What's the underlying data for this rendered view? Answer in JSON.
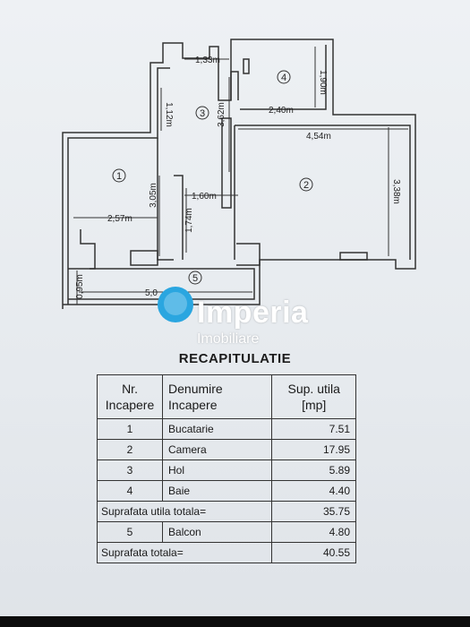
{
  "plan": {
    "rooms": [
      {
        "number": "1",
        "name": "Bucatarie"
      },
      {
        "number": "2",
        "name": "Camera"
      },
      {
        "number": "3",
        "name": "Hol"
      },
      {
        "number": "4",
        "name": "Baie"
      },
      {
        "number": "5",
        "name": "Balcon"
      }
    ],
    "dimensions": {
      "hol_top_width": "1,33m",
      "hol_left_depth": "1,12m",
      "hol_length": "3,62m",
      "baie_height": "1,90m",
      "baie_width": "2,40m",
      "camera_width": "4,54m",
      "camera_depth": "3,38m",
      "bucatarie_width": "2,57m",
      "bucatarie_depth": "3,05m",
      "hol_lower_width": "1,60m",
      "hol_lower_depth": "1,74m",
      "balcon_depth": "0,95m",
      "balcon_width": "5,0"
    }
  },
  "brand": {
    "name": "Imperia",
    "subtitle": "Imobiliare",
    "accent_color": "#2aa6e0"
  },
  "recap": {
    "title": "RECAPITULATIE",
    "headers": {
      "nr": "Nr.",
      "nr_sub": "Incapere",
      "name": "Denumire",
      "name_sub": "Incapere",
      "area": "Sup. utila",
      "area_sub": "[mp]"
    },
    "rows": [
      {
        "nr": "1",
        "name": "Bucatarie",
        "area": "7.51"
      },
      {
        "nr": "2",
        "name": "Camera",
        "area": "17.95"
      },
      {
        "nr": "3",
        "name": "Hol",
        "area": "5.89"
      },
      {
        "nr": "4",
        "name": "Baie",
        "area": "4.40"
      }
    ],
    "subtotal": {
      "label": "Suprafata utila totala=",
      "value": "35.75"
    },
    "balcony": {
      "nr": "5",
      "name": "Balcon",
      "area": "4.80"
    },
    "total": {
      "label": "Suprafata totala=",
      "value": "40.55"
    }
  }
}
